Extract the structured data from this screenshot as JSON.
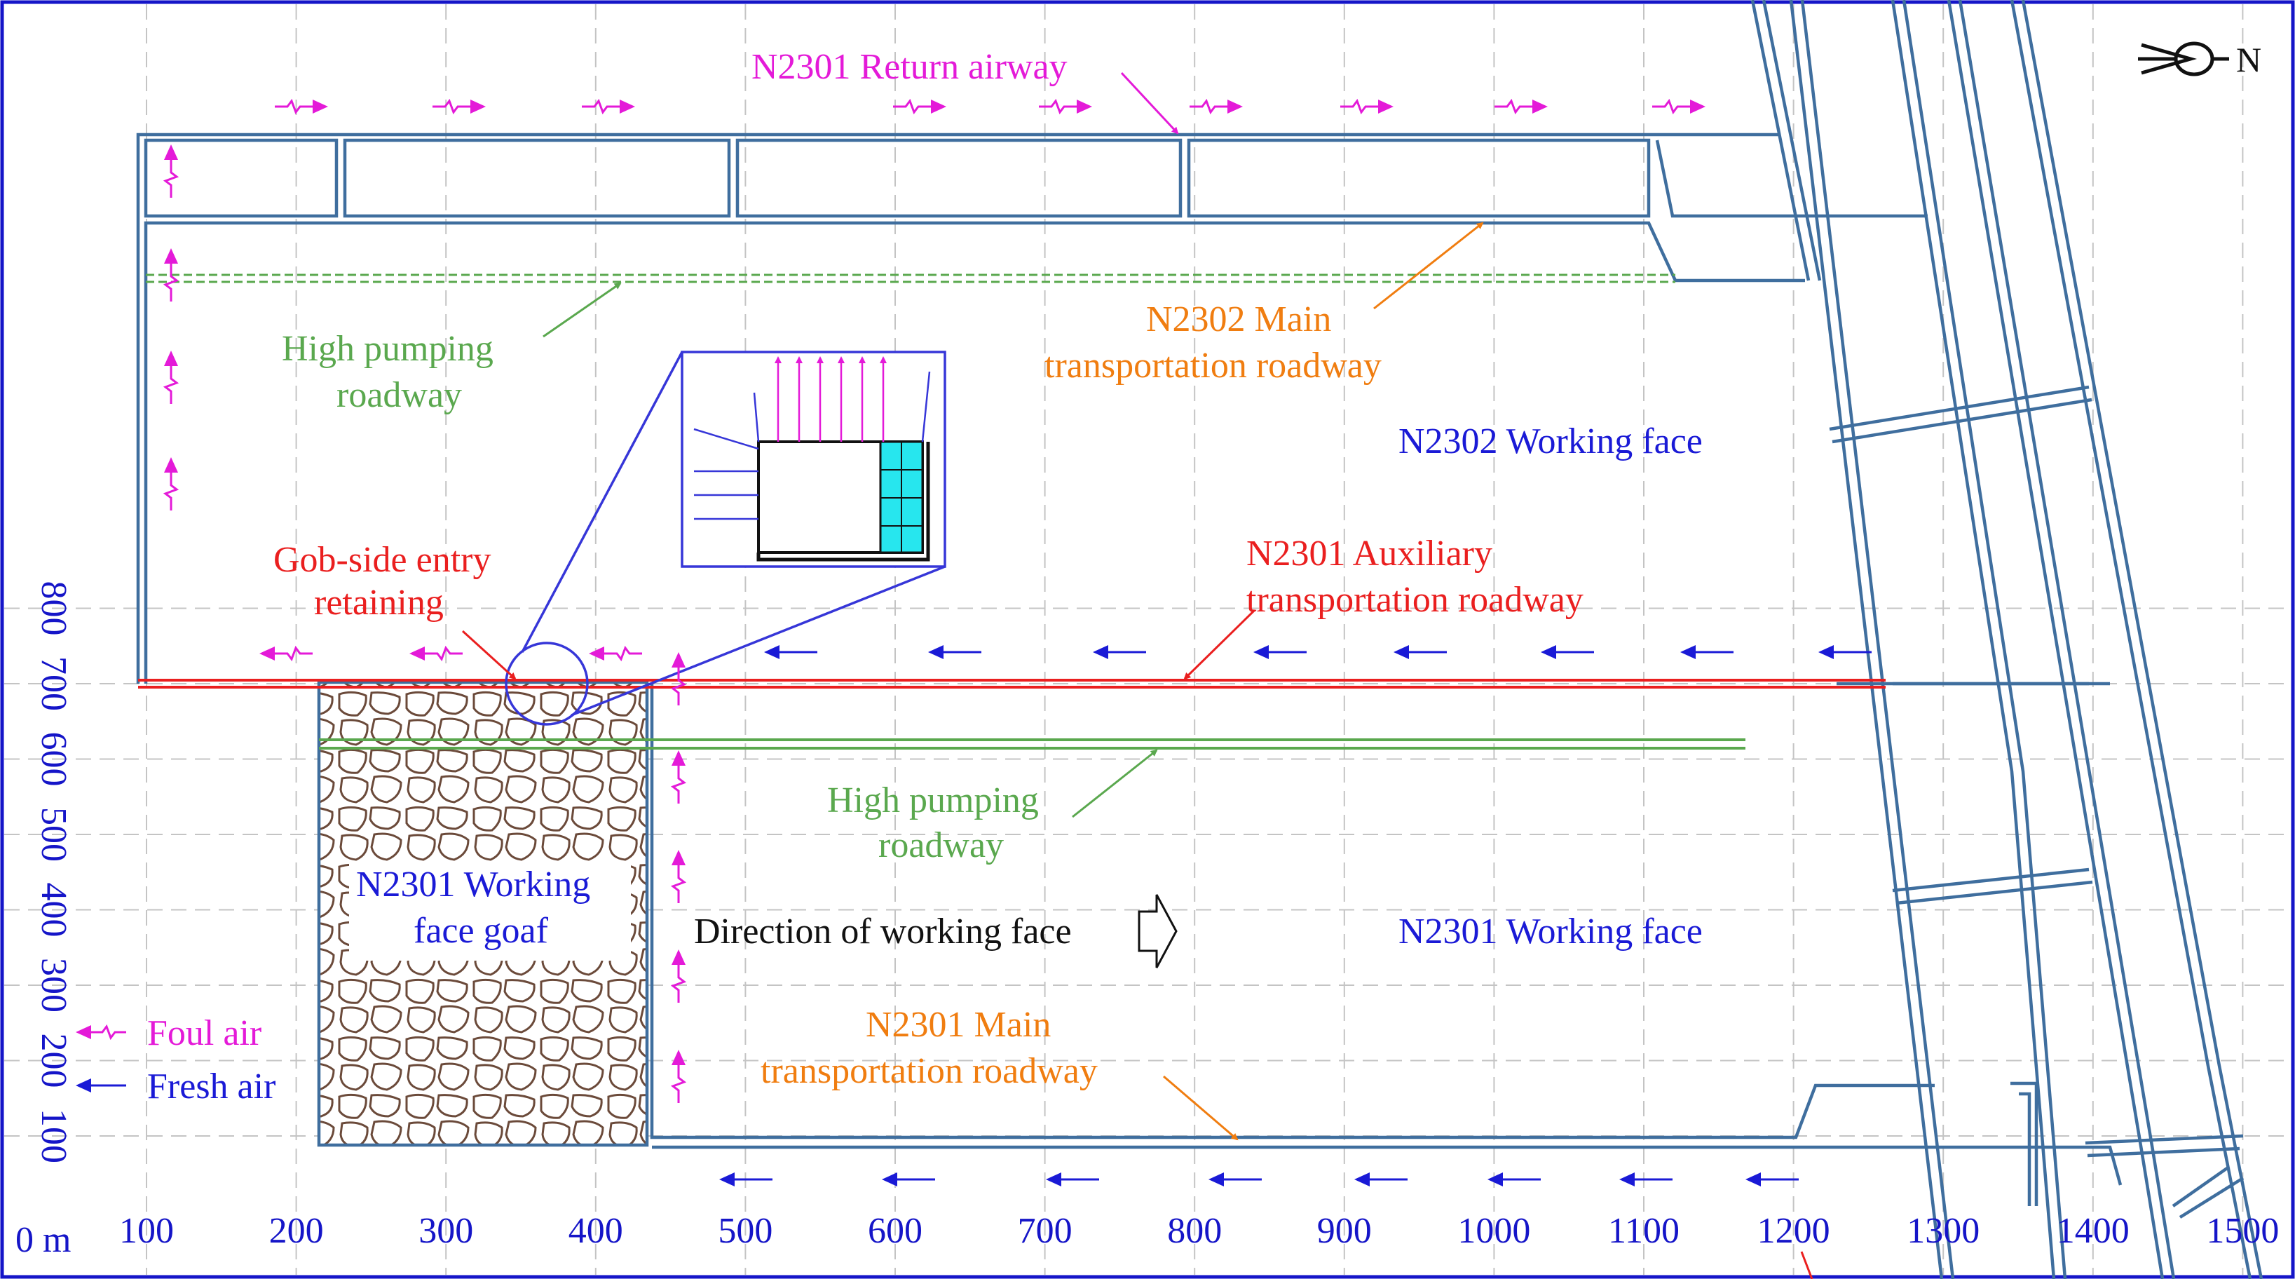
{
  "x_axis": {
    "origin_label": "0 m",
    "ticks": [
      "100",
      "200",
      "300",
      "400",
      "500",
      "600",
      "700",
      "800",
      "900",
      "1000",
      "1100",
      "1200",
      "1300",
      "1400",
      "1500"
    ]
  },
  "y_axis": {
    "ticks": [
      "100",
      "200",
      "300",
      "400",
      "500",
      "600",
      "700",
      "800"
    ]
  },
  "compass": {
    "label": "N"
  },
  "labels": {
    "return_airway": "N2301 Return airway",
    "n2302_main_line1": "N2302 Main",
    "n2302_main_line2": "transportation  roadway",
    "high_pumping_upper_line1": "High pumping",
    "high_pumping_upper_line2": "roadway",
    "n2302_working_face": "N2302 Working face",
    "gob_side_line1": "Gob-side entry",
    "gob_side_line2": "retaining",
    "aux_line1": "N2301 Auxiliary",
    "aux_line2": "transportation  roadway",
    "high_pumping_lower_line1": "High pumping",
    "high_pumping_lower_line2": "roadway",
    "goaf_line1": "N2301 Working",
    "goaf_line2": "face goaf",
    "direction": "Direction of working face",
    "n2301_working_face": "N2301 Working face",
    "n2301_main_line1": "N2301 Main",
    "n2301_main_line2": "transportation  roadway"
  },
  "legend": {
    "foul_air": "Foul air",
    "fresh_air": "Fresh air"
  },
  "colors": {
    "axis": "#1515c8",
    "roadway": "#3f6e9e",
    "foul_air": "#e41ad8",
    "fresh_air": "#1a1ad6",
    "main_transport": "#f07d10",
    "high_pumping": "#5aa84e",
    "gob_side_entry": "#ea1f1f",
    "support_fill": "#27e6ee",
    "rock": "#6b4a3a"
  }
}
